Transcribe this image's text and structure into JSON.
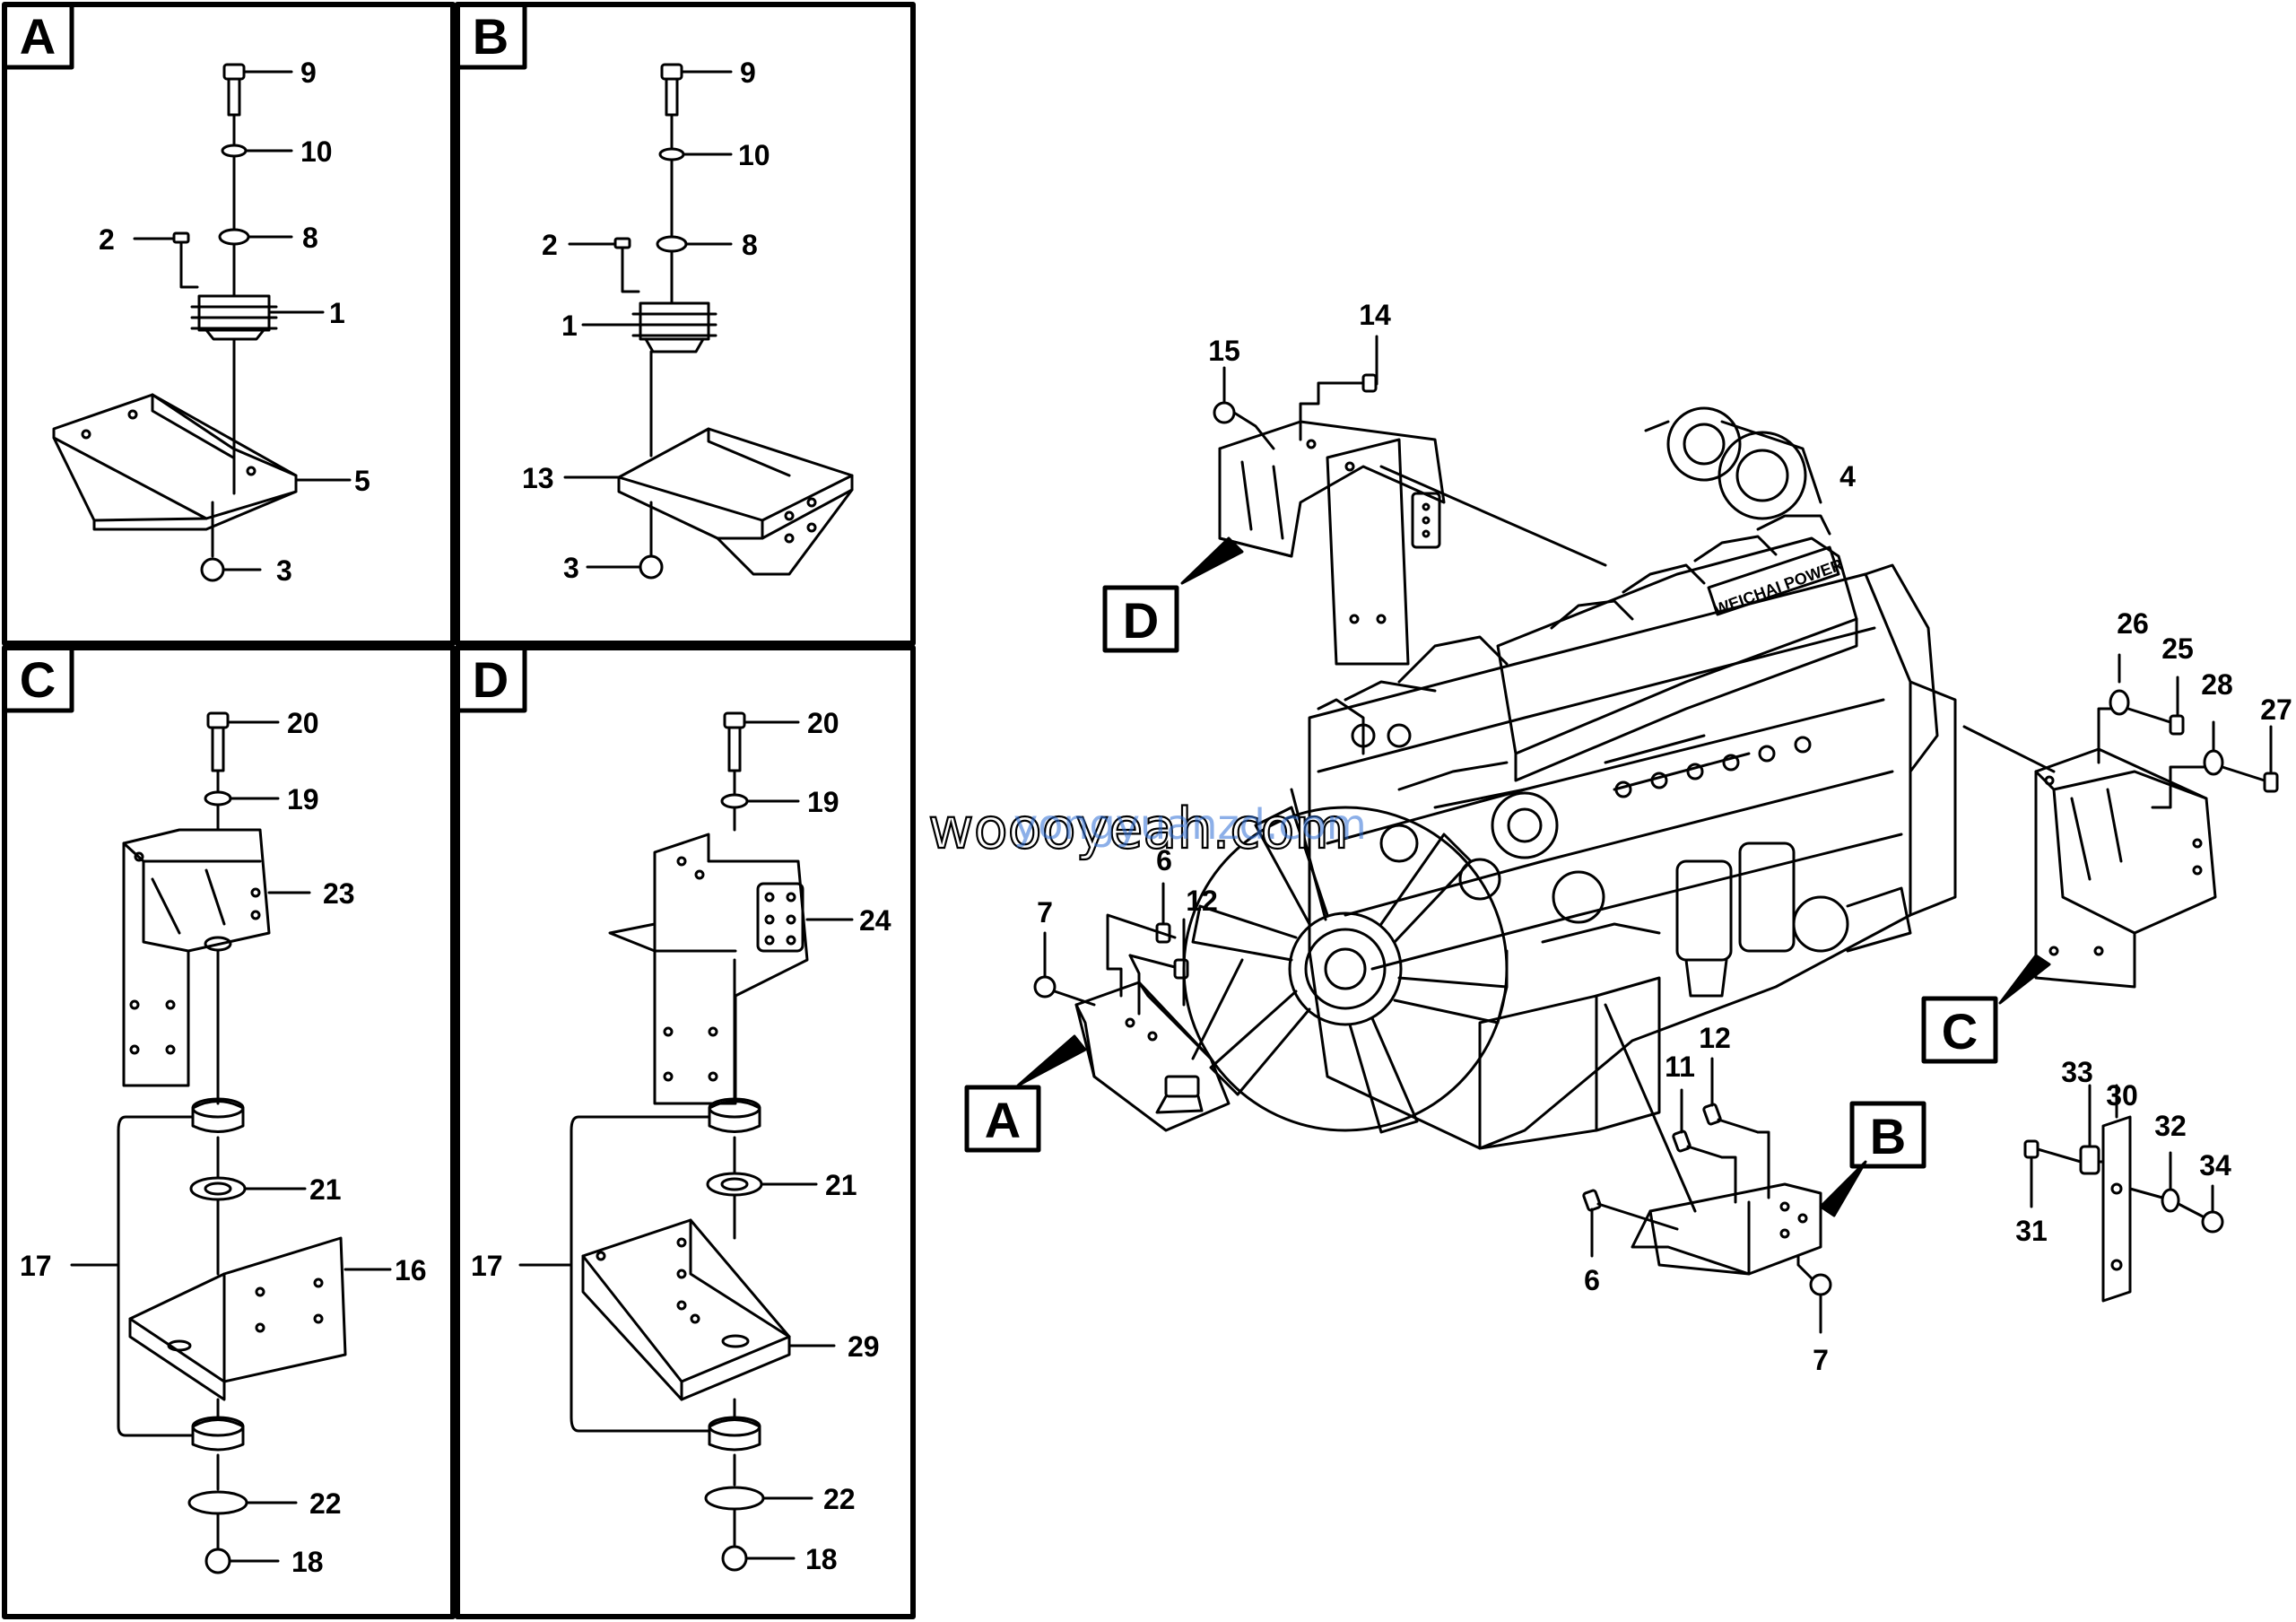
{
  "panels": [
    {
      "id": "A",
      "labels": [
        "9",
        "10",
        "8",
        "2",
        "1",
        "5",
        "3"
      ]
    },
    {
      "id": "B",
      "labels": [
        "9",
        "10",
        "8",
        "2",
        "1",
        "13",
        "3"
      ]
    },
    {
      "id": "C",
      "labels": [
        "20",
        "19",
        "23",
        "21",
        "17",
        "16",
        "22",
        "18"
      ]
    },
    {
      "id": "D",
      "labels": [
        "20",
        "19",
        "24",
        "21",
        "17",
        "29",
        "22",
        "18"
      ]
    }
  ],
  "main_view": {
    "callouts": [
      "A",
      "B",
      "C",
      "D"
    ],
    "labels": [
      "15",
      "14",
      "4",
      "26",
      "25",
      "28",
      "27",
      "6",
      "7",
      "12",
      "11",
      "12",
      "6",
      "7",
      "33",
      "30",
      "32",
      "34",
      "31"
    ],
    "engine_brand_text": "WEICHAI POWER"
  },
  "watermark": {
    "text": "woooyeah.com",
    "overlay_text": "yongyuanzd.com"
  },
  "colors": {
    "line": "#000000",
    "background": "#ffffff",
    "overlay_watermark": "#2f6fd6"
  }
}
